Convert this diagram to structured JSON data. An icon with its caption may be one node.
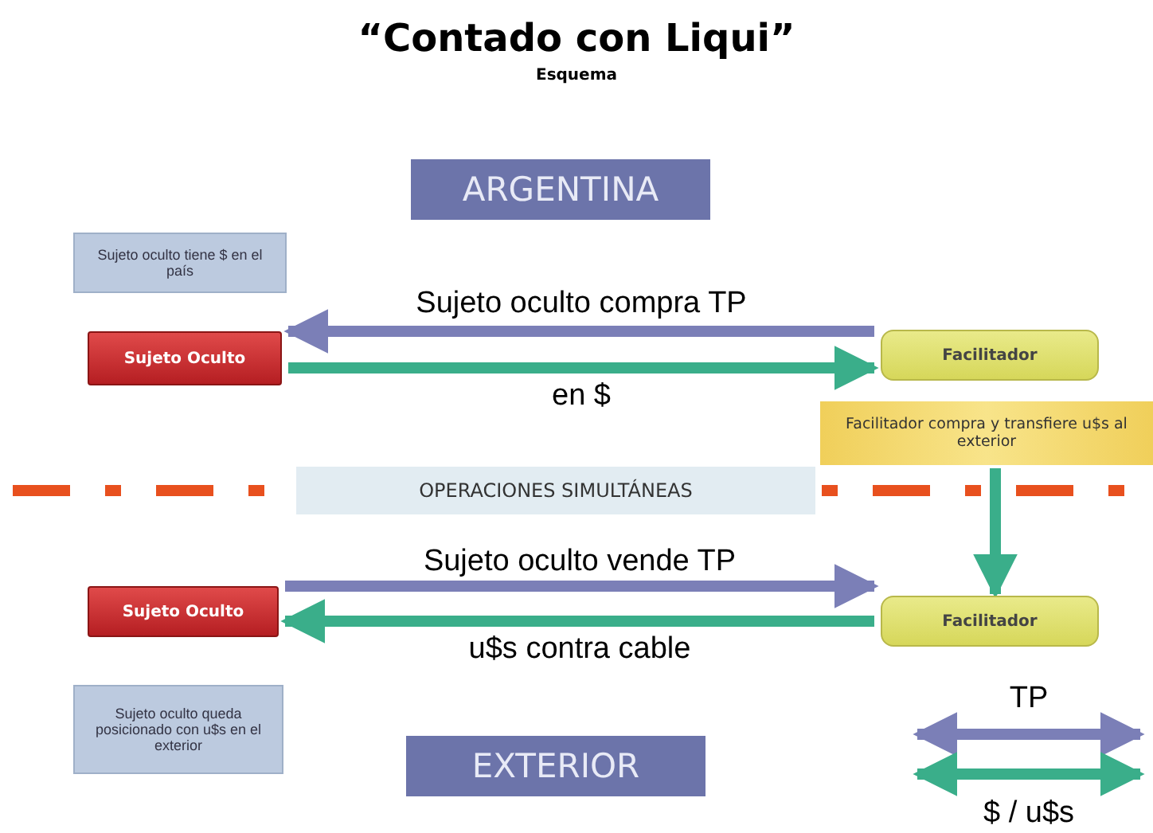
{
  "diagram": {
    "title": "“Contado con Liqui”",
    "nodes": [
      {
        "text": [
          "ARGENTINA"
        ]
      },
      {
        "text": [
          "Sujeto oculto tiene $ en el país"
        ]
      },
      {
        "text": [
          "Sujeto Oculto"
        ]
      },
      {
        "text": [
          "Facilitador"
        ]
      },
      {
        "text": [
          "Facilitador compra y transfiere u$s al exterior"
        ]
      },
      {
        "text": [
          "OPERACIONES SIMULTÁNEAS"
        ]
      },
      {
        "text": [
          "Sujeto Oculto"
        ]
      },
      {
        "text": [
          "Facilitador"
        ]
      },
      {
        "text": [
          "Sujeto oculto queda posicionado con u$s en el exterior"
        ]
      },
      {
        "text": [
          "EXTERIOR"
        ]
      }
    ],
    "edges": [
      {
        "from": 3,
        "to": 2,
        "arrow": "to",
        "label": "Sujeto oculto compra TP"
      },
      {
        "from": 2,
        "to": 3,
        "arrow": "to",
        "label": "en $",
        "color": "#3aae8a"
      },
      {
        "from": 4,
        "to": 7,
        "arrow": "to",
        "color": "#3aae8a"
      },
      {
        "from": 6,
        "to": 7,
        "arrow": "to",
        "label": "Sujeto oculto vende TP"
      },
      {
        "from": 7,
        "to": 6,
        "arrow": "to",
        "label": "u$s contra cable",
        "color": "#3aae8a"
      }
    ],
    "labels": [
      "Esquema"
    ],
    "legend": [
      {
        "text": "TP"
      },
      {
        "text": "$ / u$s"
      }
    ]
  }
}
